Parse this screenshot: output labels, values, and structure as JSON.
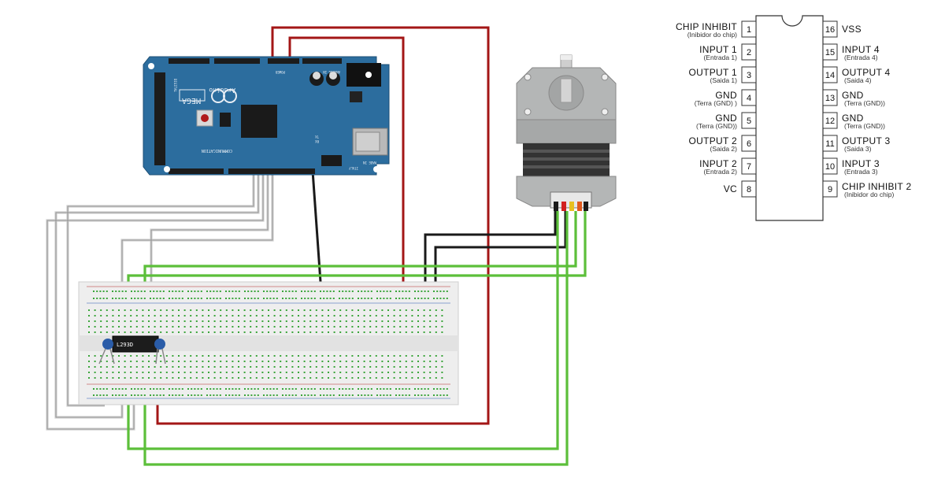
{
  "board": {
    "brand": "Arduino",
    "model": "MEGA",
    "power_label": "POWER",
    "analog_label": "ANALOG IN",
    "digital_label": "DIGITAL",
    "comm_label": "COMMUNICATION",
    "made_in": "MADE IN",
    "country": "ITALY",
    "tx": "TX",
    "rx": "RX"
  },
  "chip_label": "L293D",
  "pinout": {
    "left": [
      {
        "num": "1",
        "name": "CHIP  INHIBIT",
        "sub": "(Inibidor do chip)"
      },
      {
        "num": "2",
        "name": "INPUT  1",
        "sub": "(Entrada 1)"
      },
      {
        "num": "3",
        "name": "OUTPUT  1",
        "sub": "(Saida 1)"
      },
      {
        "num": "4",
        "name": "GND",
        "sub": "(Terra (GND) )"
      },
      {
        "num": "5",
        "name": "GND",
        "sub": "(Terra (GND))"
      },
      {
        "num": "6",
        "name": "OUTPUT  2",
        "sub": "(Saida 2)"
      },
      {
        "num": "7",
        "name": "INPUT  2",
        "sub": "(Entrada 2)"
      },
      {
        "num": "8",
        "name": "VC",
        "sub": ""
      }
    ],
    "right": [
      {
        "num": "16",
        "name": "VSS",
        "sub": ""
      },
      {
        "num": "15",
        "name": "INPUT  4",
        "sub": "(Entrada 4)"
      },
      {
        "num": "14",
        "name": "OUTPUT  4",
        "sub": "(Saida 4)"
      },
      {
        "num": "13",
        "name": "GND",
        "sub": "(Terra (GND))"
      },
      {
        "num": "12",
        "name": "GND",
        "sub": "(Terra (GND))"
      },
      {
        "num": "11",
        "name": "OUTPUT  3",
        "sub": "(Saida 3)"
      },
      {
        "num": "10",
        "name": "INPUT  3",
        "sub": "(Entrada 3)"
      },
      {
        "num": "9",
        "name": "CHIP  INHIBIT  2",
        "sub": "(Inibidor do chip)"
      }
    ]
  },
  "colors": {
    "board": "#2c6d9e",
    "wire_red": "#a31616",
    "wire_green": "#5cbf3a",
    "wire_black": "#1a1a1a",
    "wire_gray": "#d4d4d4",
    "breadboard": "#eeeeee",
    "hole_green": "#3aa53a",
    "motor_body": "#a9abab"
  }
}
